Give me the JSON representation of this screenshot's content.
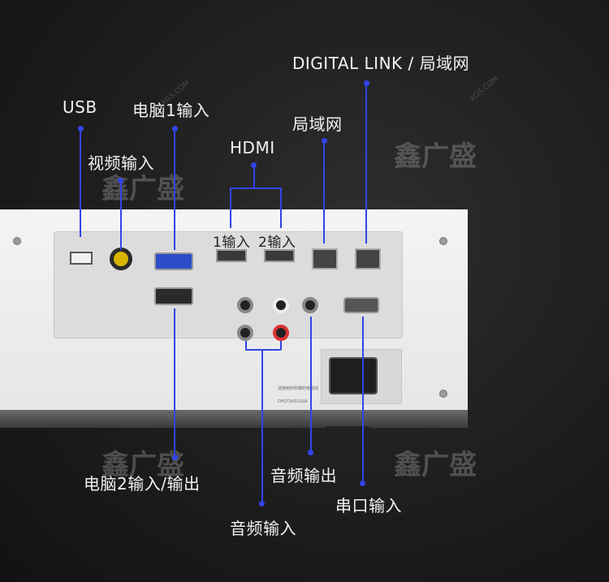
{
  "labels": {
    "digital_link": "DIGITAL LINK / 局域网",
    "usb": "USB",
    "pc1_in": "电脑1输入",
    "video_in": "视频输入",
    "hdmi": "HDMI",
    "hdmi_1": "1输入",
    "hdmi_2": "2输入",
    "lan": "局域网",
    "pc2_io": "电脑2输入/输出",
    "audio_out": "音频输出",
    "serial_in": "串口输入",
    "audio_in": "音频输入"
  },
  "panel_text": {
    "warning": "请使用所附带的电源线",
    "model": "DPQT1K0102A"
  },
  "watermark": {
    "brand": "鑫广盛",
    "domain": "XGS.COM"
  },
  "colors": {
    "line": "#3344e8",
    "background": "#1c1c1c"
  }
}
